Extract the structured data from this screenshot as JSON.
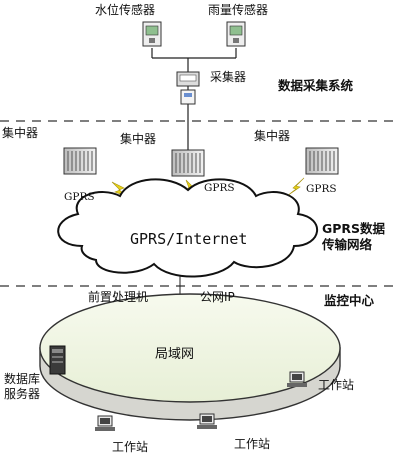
{
  "sensors": {
    "water_level": "水位传感器",
    "rain_gauge": "雨量传感器"
  },
  "collector": "采集器",
  "sections": {
    "data_collection": "数据采集系统",
    "gprs_transmission_line1": "GPRS数据",
    "gprs_transmission_line2": "传输网络",
    "monitoring_center": "监控中心"
  },
  "concentrators": [
    "集中器",
    "集中器",
    "集中器"
  ],
  "gprs_labels": [
    "GPRS",
    "GPRS",
    "GPRS"
  ],
  "cloud_label": "GPRS/Internet",
  "front_processor": "前置处理机",
  "public_ip": "公网IP",
  "lan": "局域网",
  "db_server_line1": "数据库",
  "db_server_line2": "服务器",
  "workstations": [
    "工作站",
    "工作站",
    "工作站"
  ],
  "colors": {
    "line": "#222222",
    "lightning": "#e8d21a",
    "cloud_fill": "#ffffff",
    "platform_top": "#f2f6e8",
    "platform_side": "#d6d6d0"
  },
  "icons": [
    "sensor-icon",
    "collector-icon",
    "concentrator-icon",
    "lightning-icon",
    "cloud-icon",
    "front-processor-icon",
    "server-icon",
    "workstation-icon"
  ]
}
